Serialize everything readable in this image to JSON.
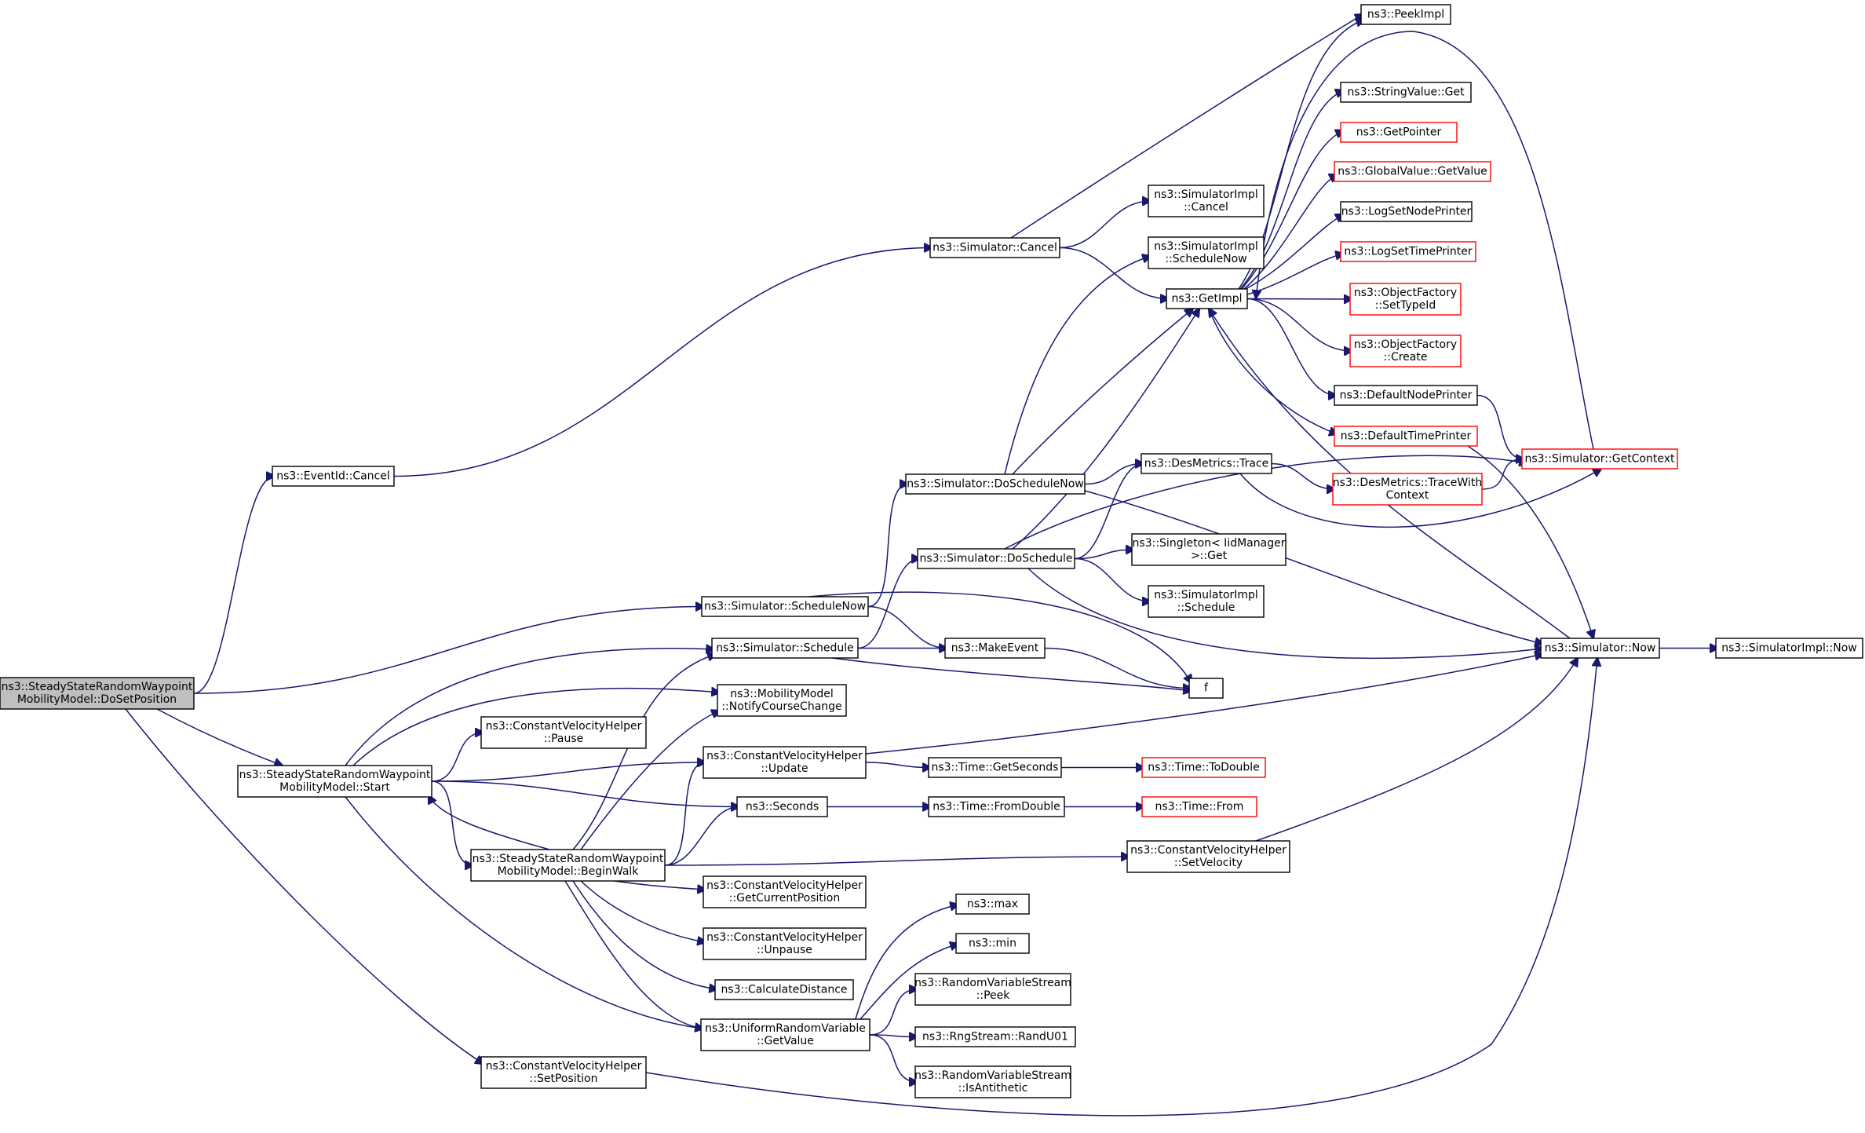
{
  "diagram": {
    "type": "call-graph",
    "colors": {
      "edge": "#191970",
      "node_border": "#000000",
      "node_border_incomplete": "#ff0000",
      "node_fill": "#ffffff",
      "root_fill": "#bfbfbf",
      "text": "#000000"
    },
    "nodes": [
      {
        "id": "root",
        "lines": [
          "ns3::SteadyStateRandomWaypoint",
          "MobilityModel::DoSetPosition"
        ],
        "style": "root"
      },
      {
        "id": "eventid_cancel",
        "lines": [
          "ns3::EventId::Cancel"
        ],
        "style": "normal"
      },
      {
        "id": "sim_cancel",
        "lines": [
          "ns3::Simulator::Cancel"
        ],
        "style": "normal"
      },
      {
        "id": "peekimpl",
        "lines": [
          "ns3::PeekImpl"
        ],
        "style": "normal"
      },
      {
        "id": "simimpl_cancel",
        "lines": [
          "ns3::SimulatorImpl",
          "::Cancel"
        ],
        "style": "normal"
      },
      {
        "id": "simimpl_schedulenow",
        "lines": [
          "ns3::SimulatorImpl",
          "::ScheduleNow"
        ],
        "style": "normal"
      },
      {
        "id": "getimpl",
        "lines": [
          "ns3::GetImpl"
        ],
        "style": "normal"
      },
      {
        "id": "stringvalue_get",
        "lines": [
          "ns3::StringValue::Get"
        ],
        "style": "normal"
      },
      {
        "id": "getpointer",
        "lines": [
          "ns3::GetPointer"
        ],
        "style": "incomplete"
      },
      {
        "id": "globalvalue_getvalue",
        "lines": [
          "ns3::GlobalValue::GetValue"
        ],
        "style": "incomplete"
      },
      {
        "id": "logsetnodeprinter",
        "lines": [
          "ns3::LogSetNodePrinter"
        ],
        "style": "normal"
      },
      {
        "id": "logsettimeprinter",
        "lines": [
          "ns3::LogSetTimePrinter"
        ],
        "style": "incomplete"
      },
      {
        "id": "objfactory_settypeid",
        "lines": [
          "ns3::ObjectFactory",
          "::SetTypeId"
        ],
        "style": "incomplete"
      },
      {
        "id": "objfactory_create",
        "lines": [
          "ns3::ObjectFactory",
          "::Create"
        ],
        "style": "incomplete"
      },
      {
        "id": "defaultnodeprinter",
        "lines": [
          "ns3::DefaultNodePrinter"
        ],
        "style": "normal"
      },
      {
        "id": "defaulttimeprinter",
        "lines": [
          "ns3::DefaultTimePrinter"
        ],
        "style": "incomplete"
      },
      {
        "id": "sim_getcontext",
        "lines": [
          "ns3::Simulator::GetContext"
        ],
        "style": "incomplete"
      },
      {
        "id": "sim_doschedulenow",
        "lines": [
          "ns3::Simulator::DoScheduleNow"
        ],
        "style": "normal"
      },
      {
        "id": "desmetrics_trace",
        "lines": [
          "ns3::DesMetrics::Trace"
        ],
        "style": "normal"
      },
      {
        "id": "desmetrics_tracewithcontext",
        "lines": [
          "ns3::DesMetrics::TraceWith",
          "Context"
        ],
        "style": "incomplete"
      },
      {
        "id": "sim_doschedule",
        "lines": [
          "ns3::Simulator::DoSchedule"
        ],
        "style": "normal"
      },
      {
        "id": "singleton_get",
        "lines": [
          "ns3::Singleton< IidManager",
          ">::Get"
        ],
        "style": "normal"
      },
      {
        "id": "simimpl_schedule",
        "lines": [
          "ns3::SimulatorImpl",
          "::Schedule"
        ],
        "style": "normal"
      },
      {
        "id": "sim_schedulenow",
        "lines": [
          "ns3::Simulator::ScheduleNow"
        ],
        "style": "normal"
      },
      {
        "id": "sim_schedule",
        "lines": [
          "ns3::Simulator::Schedule"
        ],
        "style": "normal"
      },
      {
        "id": "makeevent",
        "lines": [
          "ns3::MakeEvent"
        ],
        "style": "normal"
      },
      {
        "id": "f",
        "lines": [
          "f"
        ],
        "style": "normal"
      },
      {
        "id": "sim_now",
        "lines": [
          "ns3::Simulator::Now"
        ],
        "style": "normal"
      },
      {
        "id": "simimpl_now",
        "lines": [
          "ns3::SimulatorImpl::Now"
        ],
        "style": "normal"
      },
      {
        "id": "mobility_notify",
        "lines": [
          "ns3::MobilityModel",
          "::NotifyCourseChange"
        ],
        "style": "normal"
      },
      {
        "id": "cvh_pause",
        "lines": [
          "ns3::ConstantVelocityHelper",
          "::Pause"
        ],
        "style": "normal"
      },
      {
        "id": "start",
        "lines": [
          "ns3::SteadyStateRandomWaypoint",
          "MobilityModel::Start"
        ],
        "style": "normal"
      },
      {
        "id": "cvh_update",
        "lines": [
          "ns3::ConstantVelocityHelper",
          "::Update"
        ],
        "style": "normal"
      },
      {
        "id": "time_getseconds",
        "lines": [
          "ns3::Time::GetSeconds"
        ],
        "style": "normal"
      },
      {
        "id": "time_todouble",
        "lines": [
          "ns3::Time::ToDouble"
        ],
        "style": "incomplete"
      },
      {
        "id": "seconds",
        "lines": [
          "ns3::Seconds"
        ],
        "style": "normal"
      },
      {
        "id": "time_fromdouble",
        "lines": [
          "ns3::Time::FromDouble"
        ],
        "style": "normal"
      },
      {
        "id": "time_from",
        "lines": [
          "ns3::Time::From"
        ],
        "style": "incomplete"
      },
      {
        "id": "beginwalk",
        "lines": [
          "ns3::SteadyStateRandomWaypoint",
          "MobilityModel::BeginWalk"
        ],
        "style": "normal"
      },
      {
        "id": "cvh_setvelocity",
        "lines": [
          "ns3::ConstantVelocityHelper",
          "::SetVelocity"
        ],
        "style": "normal"
      },
      {
        "id": "cvh_getcurrentposition",
        "lines": [
          "ns3::ConstantVelocityHelper",
          "::GetCurrentPosition"
        ],
        "style": "normal"
      },
      {
        "id": "cvh_unpause",
        "lines": [
          "ns3::ConstantVelocityHelper",
          "::Unpause"
        ],
        "style": "normal"
      },
      {
        "id": "calculatedistance",
        "lines": [
          "ns3::CalculateDistance"
        ],
        "style": "normal"
      },
      {
        "id": "max",
        "lines": [
          "ns3::max"
        ],
        "style": "normal"
      },
      {
        "id": "min",
        "lines": [
          "ns3::min"
        ],
        "style": "normal"
      },
      {
        "id": "rvs_peek",
        "lines": [
          "ns3::RandomVariableStream",
          "::Peek"
        ],
        "style": "normal"
      },
      {
        "id": "uniform_getvalue",
        "lines": [
          "ns3::UniformRandomVariable",
          "::GetValue"
        ],
        "style": "normal"
      },
      {
        "id": "rngstream_randu01",
        "lines": [
          "ns3::RngStream::RandU01"
        ],
        "style": "normal"
      },
      {
        "id": "rvs_isantithetic",
        "lines": [
          "ns3::RandomVariableStream",
          "::IsAntithetic"
        ],
        "style": "normal"
      },
      {
        "id": "cvh_setposition",
        "lines": [
          "ns3::ConstantVelocityHelper",
          "::SetPosition"
        ],
        "style": "normal"
      }
    ],
    "edges": [
      {
        "from": "root",
        "to": "eventid_cancel"
      },
      {
        "from": "root",
        "to": "sim_schedulenow"
      },
      {
        "from": "root",
        "to": "start"
      },
      {
        "from": "root",
        "to": "cvh_setposition"
      },
      {
        "from": "eventid_cancel",
        "to": "sim_cancel"
      },
      {
        "from": "sim_cancel",
        "to": "peekimpl"
      },
      {
        "from": "sim_cancel",
        "to": "simimpl_cancel"
      },
      {
        "from": "sim_cancel",
        "to": "getimpl"
      },
      {
        "from": "getimpl",
        "to": "peekimpl"
      },
      {
        "from": "getimpl",
        "to": "stringvalue_get"
      },
      {
        "from": "getimpl",
        "to": "getpointer"
      },
      {
        "from": "getimpl",
        "to": "globalvalue_getvalue"
      },
      {
        "from": "getimpl",
        "to": "logsetnodeprinter"
      },
      {
        "from": "getimpl",
        "to": "logsettimeprinter"
      },
      {
        "from": "getimpl",
        "to": "objfactory_settypeid"
      },
      {
        "from": "getimpl",
        "to": "objfactory_create"
      },
      {
        "from": "getimpl",
        "to": "defaultnodeprinter"
      },
      {
        "from": "getimpl",
        "to": "defaulttimeprinter"
      },
      {
        "from": "defaultnodeprinter",
        "to": "sim_getcontext"
      },
      {
        "from": "defaulttimeprinter",
        "to": "sim_now"
      },
      {
        "from": "sim_getcontext",
        "to": "getimpl"
      },
      {
        "from": "sim_now",
        "to": "getimpl"
      },
      {
        "from": "sim_now",
        "to": "simimpl_now"
      },
      {
        "from": "sim_schedulenow",
        "to": "sim_doschedulenow"
      },
      {
        "from": "sim_schedulenow",
        "to": "makeevent"
      },
      {
        "from": "sim_schedulenow",
        "to": "f"
      },
      {
        "from": "sim_doschedulenow",
        "to": "simimpl_schedulenow"
      },
      {
        "from": "sim_doschedulenow",
        "to": "getimpl"
      },
      {
        "from": "sim_doschedulenow",
        "to": "desmetrics_trace"
      },
      {
        "from": "sim_doschedulenow",
        "to": "sim_now"
      },
      {
        "from": "sim_doschedule",
        "to": "getimpl"
      },
      {
        "from": "sim_doschedule",
        "to": "desmetrics_trace"
      },
      {
        "from": "sim_doschedule",
        "to": "singleton_get"
      },
      {
        "from": "sim_doschedule",
        "to": "simimpl_schedule"
      },
      {
        "from": "sim_doschedule",
        "to": "sim_now"
      },
      {
        "from": "sim_doschedule",
        "to": "sim_getcontext"
      },
      {
        "from": "desmetrics_trace",
        "to": "desmetrics_tracewithcontext"
      },
      {
        "from": "desmetrics_trace",
        "to": "sim_getcontext"
      },
      {
        "from": "desmetrics_tracewithcontext",
        "to": "sim_getcontext"
      },
      {
        "from": "sim_schedule",
        "to": "sim_doschedule"
      },
      {
        "from": "sim_schedule",
        "to": "makeevent"
      },
      {
        "from": "sim_schedule",
        "to": "f"
      },
      {
        "from": "makeevent",
        "to": "f"
      },
      {
        "from": "start",
        "to": "sim_schedule"
      },
      {
        "from": "start",
        "to": "mobility_notify"
      },
      {
        "from": "start",
        "to": "cvh_pause"
      },
      {
        "from": "start",
        "to": "cvh_update"
      },
      {
        "from": "start",
        "to": "seconds"
      },
      {
        "from": "start",
        "to": "beginwalk"
      },
      {
        "from": "start",
        "to": "uniform_getvalue"
      },
      {
        "from": "beginwalk",
        "to": "start"
      },
      {
        "from": "beginwalk",
        "to": "sim_schedule"
      },
      {
        "from": "beginwalk",
        "to": "mobility_notify"
      },
      {
        "from": "beginwalk",
        "to": "cvh_update"
      },
      {
        "from": "beginwalk",
        "to": "seconds"
      },
      {
        "from": "beginwalk",
        "to": "cvh_setvelocity"
      },
      {
        "from": "beginwalk",
        "to": "cvh_getcurrentposition"
      },
      {
        "from": "beginwalk",
        "to": "cvh_unpause"
      },
      {
        "from": "beginwalk",
        "to": "calculatedistance"
      },
      {
        "from": "beginwalk",
        "to": "uniform_getvalue"
      },
      {
        "from": "cvh_update",
        "to": "sim_now"
      },
      {
        "from": "cvh_update",
        "to": "time_getseconds"
      },
      {
        "from": "time_getseconds",
        "to": "time_todouble"
      },
      {
        "from": "seconds",
        "to": "time_fromdouble"
      },
      {
        "from": "time_fromdouble",
        "to": "time_from"
      },
      {
        "from": "cvh_setvelocity",
        "to": "sim_now"
      },
      {
        "from": "uniform_getvalue",
        "to": "max"
      },
      {
        "from": "uniform_getvalue",
        "to": "min"
      },
      {
        "from": "uniform_getvalue",
        "to": "rvs_peek"
      },
      {
        "from": "uniform_getvalue",
        "to": "rngstream_randu01"
      },
      {
        "from": "uniform_getvalue",
        "to": "rvs_isantithetic"
      },
      {
        "from": "cvh_setposition",
        "to": "sim_now"
      }
    ]
  }
}
